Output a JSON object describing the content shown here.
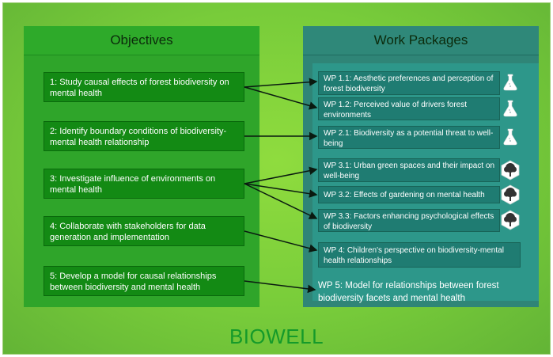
{
  "objectives": {
    "title": "Objectives",
    "items": [
      "1: Study causal effects of forest biodiversity on mental health",
      "2: Identify boundary conditions of biodiversity-mental health relationship",
      "3: Investigate influence of environments on mental health",
      "4: Collaborate with stakeholders for data generation and implementation",
      "5: Develop a model for causal relationships between biodiversity and mental health"
    ]
  },
  "work_packages": {
    "title": "Work Packages",
    "items": [
      {
        "label": "WP 1.1: Aesthetic preferences and perception of forest biodiversity",
        "icon": "flask-icon"
      },
      {
        "label": "WP 1.2: Perceived value of drivers forest environments",
        "icon": "flask-icon"
      },
      {
        "label": "WP 2.1: Biodiversity as a potential threat to well-being",
        "icon": "flask-icon"
      },
      {
        "label": "WP 3.1: Urban green spaces and their impact on well-being",
        "icon": "tree-icon"
      },
      {
        "label": "WP 3.2: Effects of gardening on mental health",
        "icon": "tree-icon"
      },
      {
        "label": "WP 3.3: Factors enhancing psychological effects of biodiversity",
        "icon": "tree-icon"
      },
      {
        "label": "WP 4: Children's perspective on biodiversity-mental health relationships",
        "icon": ""
      }
    ],
    "wp5": "WP 5: Model for relationships between forest biodiversity facets and mental health"
  },
  "brand": "BIOWELL",
  "colors": {
    "background": "#78cc3a",
    "objectives_panel": "#2fa52a",
    "work_packages_panel": "#2f8577",
    "objective_box": "#138a14",
    "wp_box": "#1f7c72",
    "brand_text": "#159a2a",
    "arrow": "#0a1a10"
  }
}
